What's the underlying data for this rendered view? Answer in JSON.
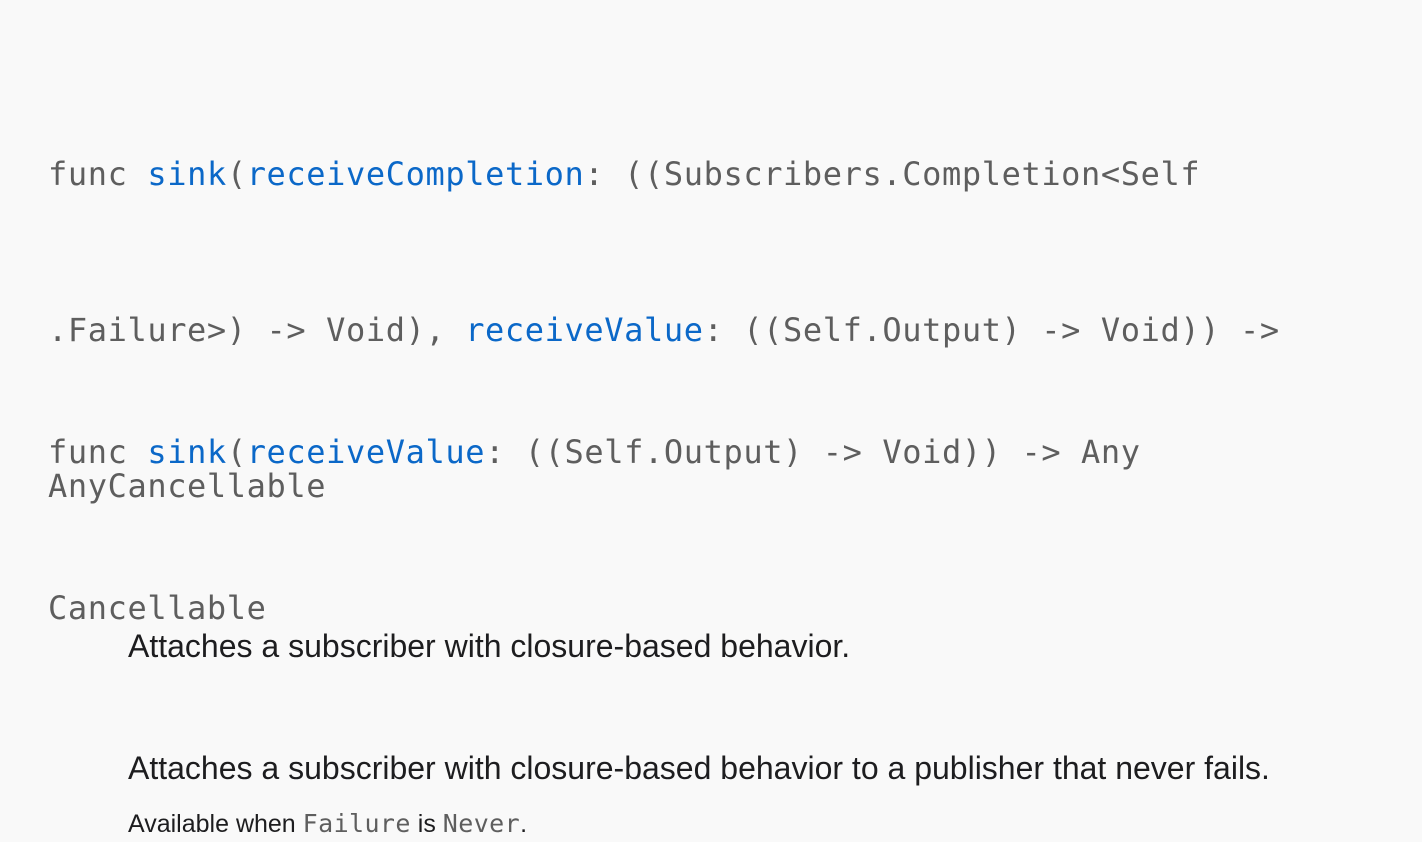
{
  "entries": [
    {
      "keyword": "func",
      "name": "sink",
      "lines": [
        {
          "open": "(",
          "param1": "receiveCompletion",
          "type1_start": ": ((Subscribers.Completion<Self"
        },
        {
          "type1_end": ".Failure>) -> Void), ",
          "param2": "receiveValue",
          "type2": ": ((Self.Output) -> Void)) ->"
        },
        {
          "return_type": "AnyCancellable"
        }
      ],
      "abstract": "Attaches a subscriber with closure-based behavior."
    },
    {
      "keyword": "func",
      "name": "sink",
      "lines": [
        {
          "open": "(",
          "param1": "receiveValue",
          "type1": ": ((Self.Output) -> Void)) -> Any"
        },
        {
          "return_type": "Cancellable"
        }
      ],
      "abstract": "Attaches a subscriber with closure-based behavior to a publisher that never fails.",
      "availability": {
        "prefix": "Available when ",
        "code1": "Failure",
        "middle": " is ",
        "code2": "Never",
        "suffix": "."
      }
    }
  ]
}
